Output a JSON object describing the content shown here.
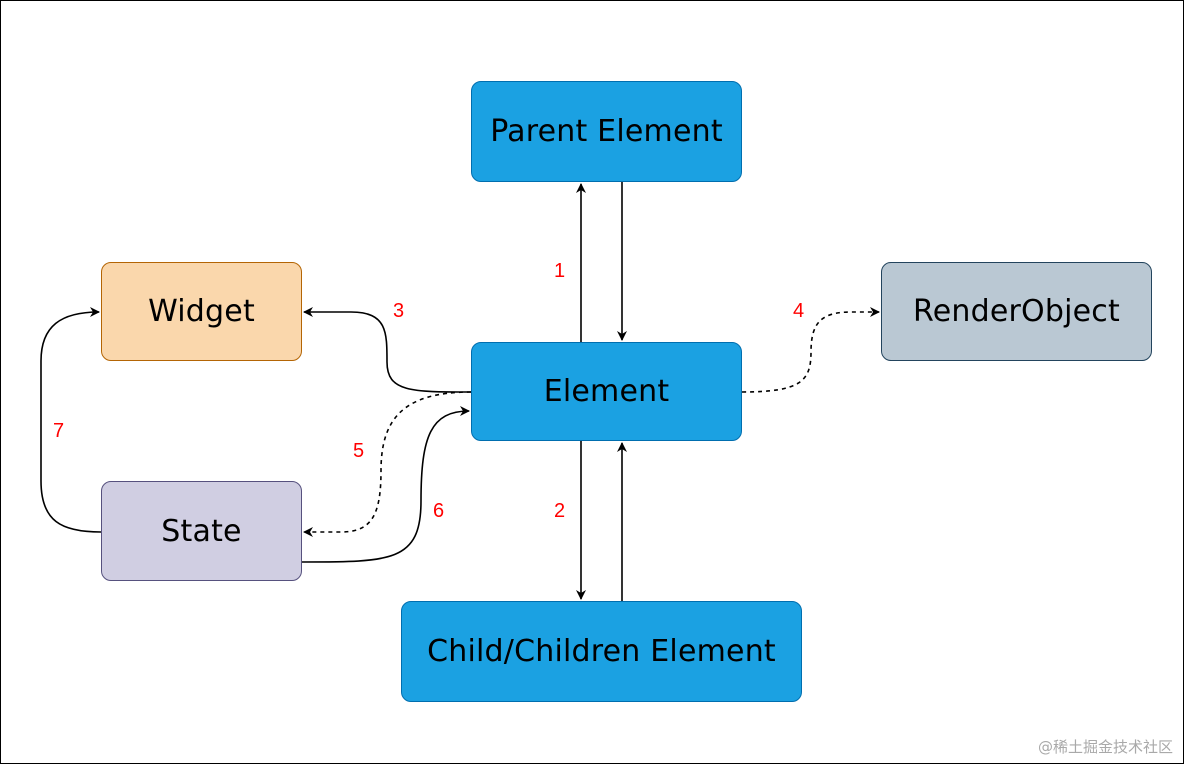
{
  "nodes": {
    "parent": "Parent Element",
    "element": "Element",
    "child": "Child/Children Element",
    "widget": "Widget",
    "state": "State",
    "render": "RenderObject"
  },
  "edge_labels": {
    "e1": "1",
    "e2": "2",
    "e3": "3",
    "e4": "4",
    "e5": "5",
    "e6": "6",
    "e7": "7"
  },
  "colors": {
    "element_fill": "#1ba1e2",
    "widget_fill": "#fad7ac",
    "state_fill": "#d0cee2",
    "render_fill": "#bac8d3",
    "label": "#ff0000"
  },
  "watermark": "@稀土掘金技术社区"
}
